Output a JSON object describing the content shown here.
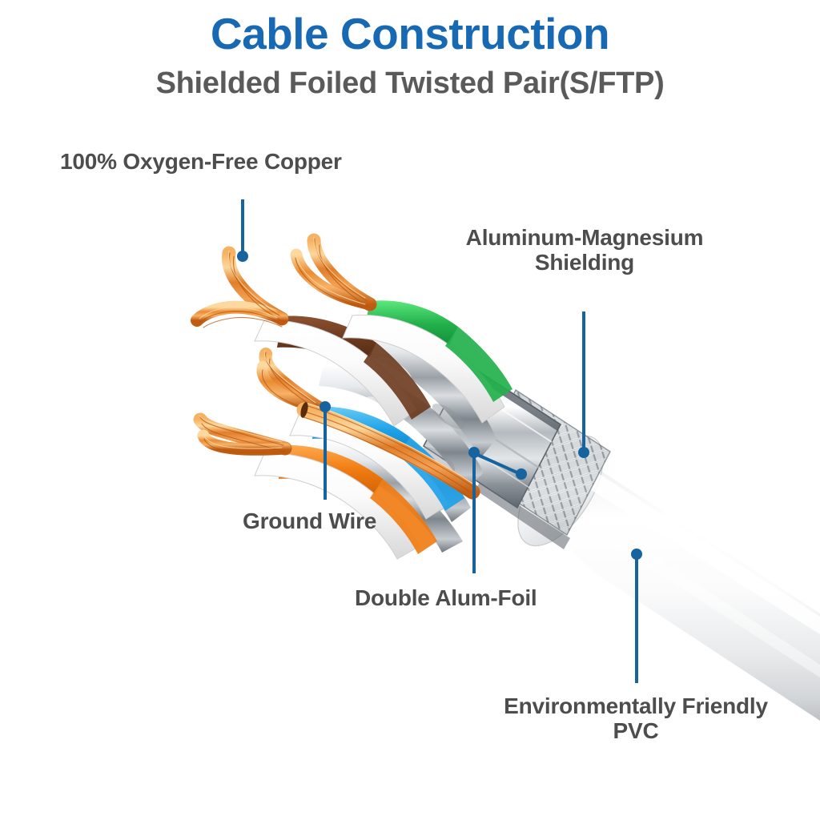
{
  "header": {
    "title": "Cable Construction",
    "subtitle": "Shielded Foiled Twisted Pair(S/FTP)",
    "title_color": "#1769b4",
    "subtitle_color": "#5a5a5a"
  },
  "callouts": {
    "copper": {
      "label": "100% Oxygen-Free Copper"
    },
    "alumag": {
      "label": "Aluminum-Magnesium\nShielding"
    },
    "ground": {
      "label": "Ground Wire"
    },
    "foil": {
      "label": "Double Alum-Foil"
    },
    "pvc": {
      "label": "Environmentally Friendly\nPVC"
    }
  },
  "style": {
    "leader_color": "#15639f",
    "label_color": "#4d4d4d",
    "background": "#ffffff"
  },
  "diagram": {
    "subject": "cable-cutaway",
    "pair_colors": [
      "#6b3a1e",
      "#22b14c",
      "#1ca0e8",
      "#f07a10"
    ],
    "copper_color": "#e08030",
    "foil_color": "#b9bdc0",
    "jacket_color": "#f2f2f2"
  }
}
